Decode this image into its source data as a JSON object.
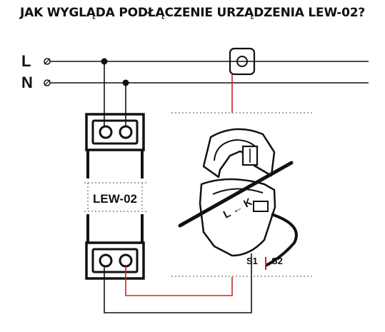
{
  "title": "JAK WYGLĄDA PODŁĄCZENIE URZĄDZENIA LEW-02?",
  "lines": {
    "l_label": "L",
    "n_label": "N"
  },
  "device": {
    "name": "LEW-02"
  },
  "sensor": {
    "direction_label": "L ← K",
    "s1_label": "S1",
    "s2_label": "S2"
  },
  "colors": {
    "line": "#111111",
    "red_wire": "#d22020",
    "dotted": "#888888"
  }
}
